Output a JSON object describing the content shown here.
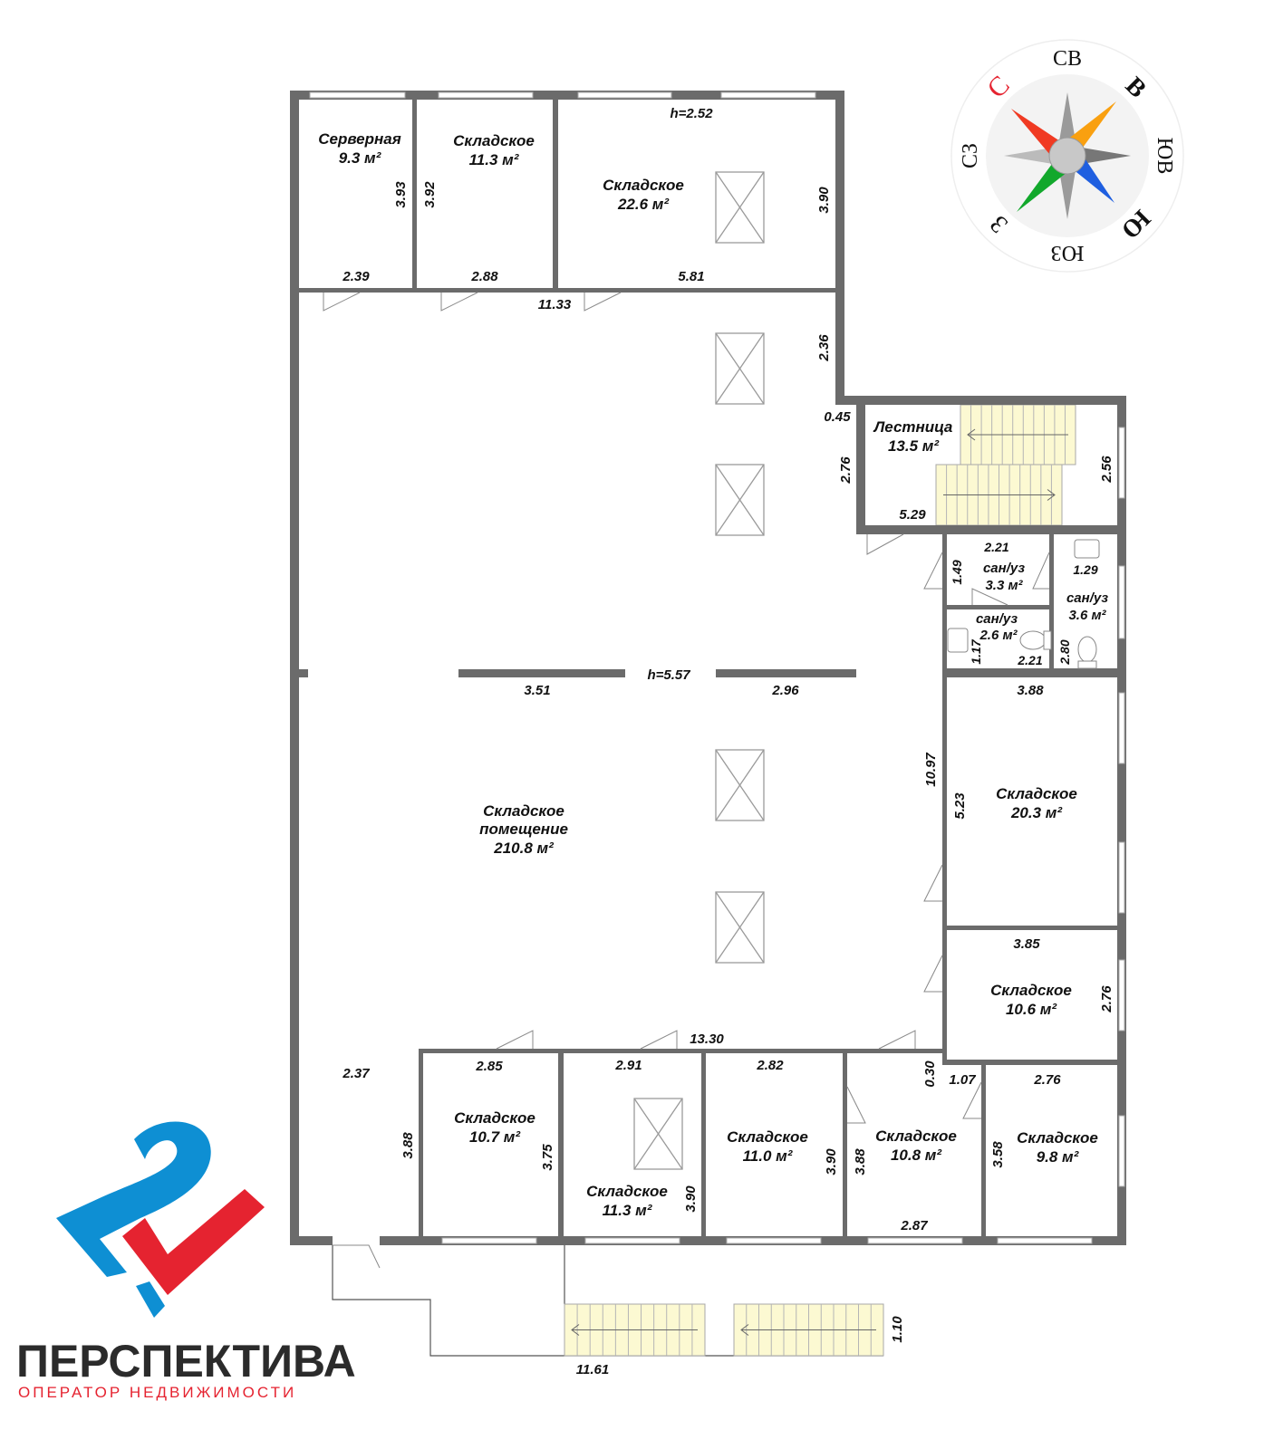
{
  "heights": {
    "main": "h=5.57",
    "storage_top": "h=2.52"
  },
  "rooms": [
    {
      "name": "Серверная",
      "area": "9.3 м²"
    },
    {
      "name": "Складское",
      "area": "11.3 м²"
    },
    {
      "name": "Складское",
      "area": "22.6 м²"
    },
    {
      "name": "Лестница",
      "area": "13.5 м²"
    },
    {
      "name": "сан/уз",
      "area": "3.3 м²"
    },
    {
      "name": "сан/уз",
      "area": "3.6 м²"
    },
    {
      "name": "сан/уз",
      "area": "2.6 м²"
    },
    {
      "name": "Складское",
      "name2": "помещение",
      "area": "210.8 м²"
    },
    {
      "name": "Складское",
      "area": "20.3 м²"
    },
    {
      "name": "Складское",
      "area": "10.6 м²"
    },
    {
      "name": "Складское",
      "area": "10.7 м²"
    },
    {
      "name": "Складское",
      "area": "11.3 м²"
    },
    {
      "name": "Складское",
      "area": "11.0 м²"
    },
    {
      "name": "Складское",
      "area": "10.8 м²"
    },
    {
      "name": "Складское",
      "area": "9.8 м²"
    }
  ],
  "dimensions": [
    "3.93",
    "3.92",
    "3.90",
    "2.39",
    "2.88",
    "5.81",
    "11.33",
    "2.36",
    "0.45",
    "2.76",
    "5.29",
    "2.56",
    "2.21",
    "1.49",
    "1.29",
    "1.17",
    "2.21",
    "2.80",
    "3.51",
    "2.96",
    "3.88",
    "10.97",
    "5.23",
    "3.85",
    "2.76",
    "13.30",
    "2.37",
    "3.88",
    "2.85",
    "3.75",
    "2.91",
    "3.90",
    "2.82",
    "3.90",
    "0.30",
    "1.07",
    "3.88",
    "2.87",
    "2.76",
    "3.58",
    "1.10",
    "11.61"
  ],
  "compass": {
    "north": "С",
    "labels": [
      "СВ",
      "В",
      "ЮВ",
      "Ю",
      "ЮЗ",
      "З",
      "СЗ"
    ],
    "north_color": "#e52330"
  },
  "logo": {
    "brand": "ПЕРСПЕКТИВА",
    "tagline": "ОПЕРАТОР НЕДВИЖИМОСТИ",
    "blue": "#0e8fd3",
    "red": "#e52330"
  }
}
